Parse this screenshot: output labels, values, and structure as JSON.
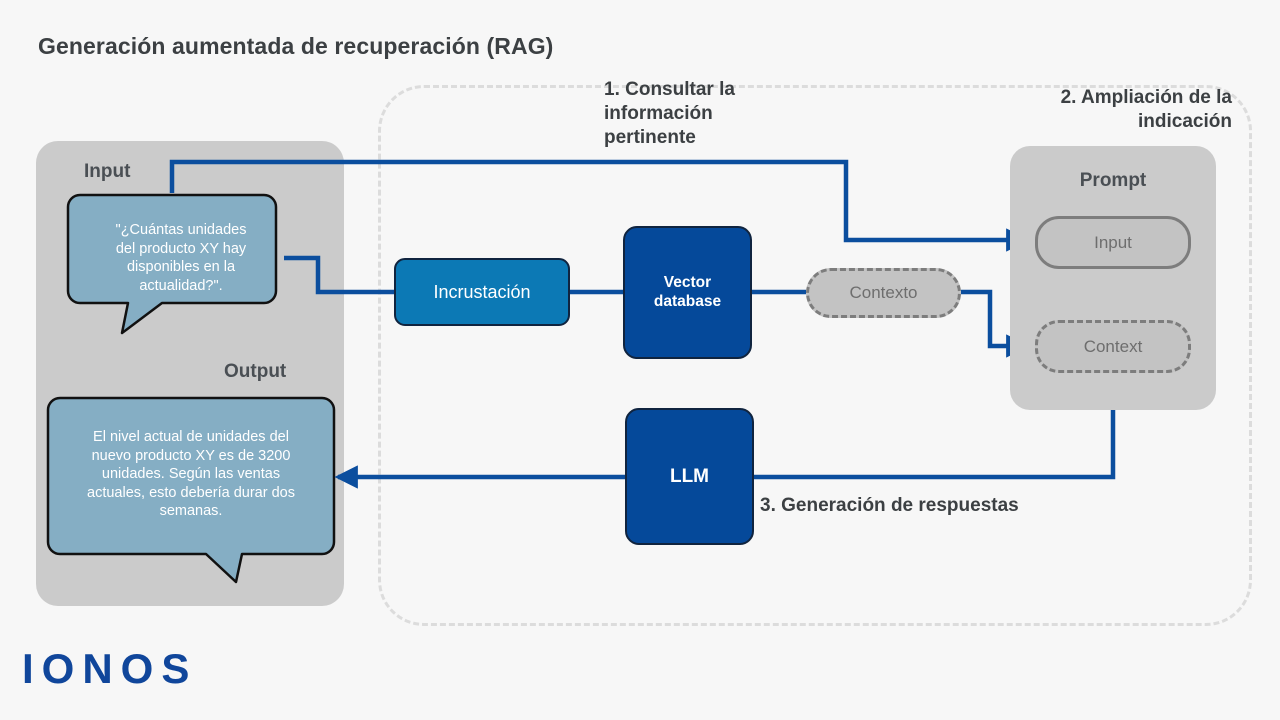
{
  "page": {
    "title": "Generación aumentada de recuperación (RAG)",
    "background_color": "#f7f7f7",
    "logo": "IONOS"
  },
  "colors": {
    "brand_navy": "#05499a",
    "logo_navy": "#10469b",
    "accent_blue": "#0c79b5",
    "wire_blue": "#0b4e9e",
    "panel_gray": "#cbcbcb",
    "pill_gray": "#c3c3c3",
    "pill_border_gray": "#7d7d7d",
    "dashed_container_gray": "#dcdcdc",
    "bubble_blue": "#85aec4",
    "text_dark": "#3c4043"
  },
  "io_panel": {
    "input_label": "Input",
    "output_label": "Output",
    "input_bubble_text": "\"¿Cuántas unidades\ndel producto XY hay\ndisponibles en la\nactualidad?\".",
    "output_bubble_text": "El nivel actual de unidades del\nnuevo producto XY es de 3200\nunidades. Según las ventas\nactuales, esto debería durar dos\nsemanas."
  },
  "pipeline": {
    "embedding_label": "Incrustación",
    "vector_database_label": "Vector\ndatabase",
    "context_pill_label": "Contexto",
    "llm_label": "LLM"
  },
  "prompt_panel": {
    "title": "Prompt",
    "input_pill_label": "Input",
    "context_pill_label": "Context"
  },
  "steps": [
    {
      "id": "step-1",
      "label": "1. Consultar la\ninformación\npertinente"
    },
    {
      "id": "step-2",
      "label": "2. Ampliación de la\nindicación"
    },
    {
      "id": "step-3",
      "label": "3. Generación de respuestas"
    }
  ]
}
